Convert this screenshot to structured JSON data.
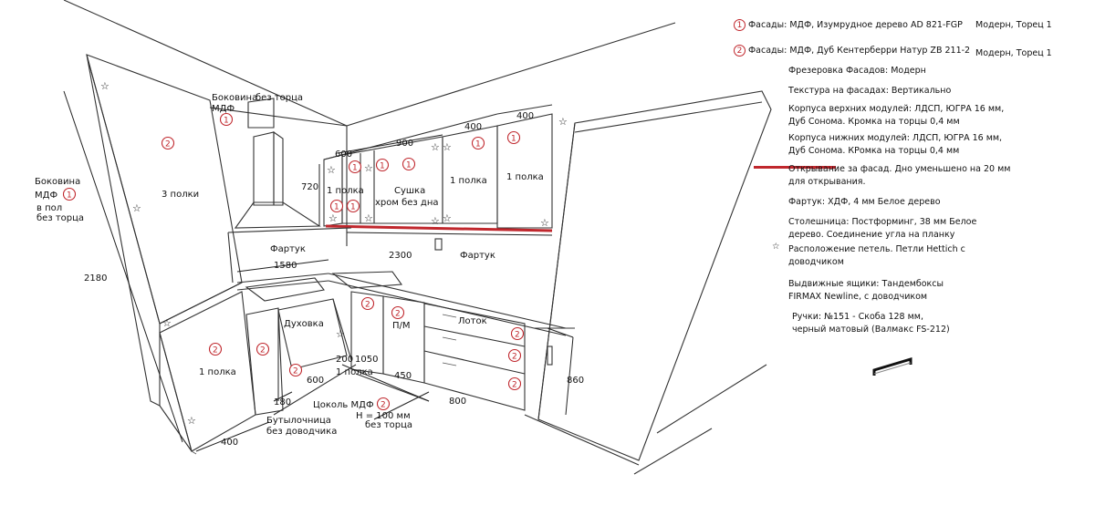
{
  "colors": {
    "accent": "#c0272d",
    "ink": "#111111",
    "paper": "#ffffff"
  },
  "legend": {
    "row1": {
      "num": "1",
      "text": "Фасады: МДФ, Изумрудное дерево  AD 821-FGP",
      "right": "Модерн, Торец 1"
    },
    "row2": {
      "num": "2",
      "text": "Фасады: МДФ, Дуб Кентерберри Натур  ZB 211-2",
      "right": "Модерн, Торец 1"
    },
    "milling": "Фрезеровка Фасадов: Модерн",
    "texture": "Текстура на фасадах: Вертикально",
    "upper_1": "Корпуса верхних модулей: ЛДСП, ЮГРА 16 мм,",
    "upper_2": "Дуб Сонома. Кромка на торцы 0,4 мм",
    "lower_1": "Корпуса нижних модулей: ЛДСП, ЮГРА 16 мм,",
    "lower_2": "Дуб Сонома. КРомка на торцы 0,4 мм",
    "open_1": "Открывание за фасад. Дно уменьшено на 20 мм",
    "open_2": "для открывания.",
    "apron": "Фартук: ХДФ, 4 мм Белое дерево",
    "top_1": "Столешница: Постформинг, 38 мм Белое",
    "top_2": "дерево. Соединение угла на планку",
    "star_symbol": "☆",
    "hinges_1": "Расположение петель. Петли Hettich с",
    "hinges_2": "доводчиком",
    "drawers_1": "Выдвижные ящики: Тандембоксы",
    "drawers_2": "FIRMAX Newline, с доводчиком",
    "handles_1": "Ручки: №151 - Скоба 128 мм,",
    "handles_2": "черный матовый (Валмакс FS-212)"
  },
  "drawing": {
    "side_panel_label_1": "Боковина",
    "side_panel_label_2": "МДФ",
    "side_panel_label_3": "в пол",
    "side_panel_label_4": "без торца",
    "side_top_1": "Боковина",
    "side_top_2": "без торца",
    "side_top_3": "МДФ",
    "three_shelves": "3 полки",
    "one_shelf": "1 полка",
    "dryer_1": "Сушка",
    "dryer_2": "хром без дна",
    "apron_word": "Фартук",
    "oven": "Духовка",
    "dishwasher": "П/М",
    "tray": "Лоток",
    "bottle_1": "Бутылочница",
    "bottle_2": "без доводчика",
    "plinth": "Цоколь МДФ",
    "plinth_h_1": "Н = 100 мм",
    "plinth_h_2": "без торца",
    "dims": {
      "d2180": "2180",
      "d400a": "400",
      "d1580": "1580",
      "d2300": "2300",
      "d600a": "600",
      "d720": "720",
      "d900": "900",
      "d400b": "400",
      "d400c": "400",
      "d600b": "600",
      "d180": "180",
      "d200": "200",
      "d1050": "1050",
      "d450": "450",
      "d800": "800",
      "d860": "860"
    },
    "marker_1": "1",
    "marker_2": "2"
  }
}
